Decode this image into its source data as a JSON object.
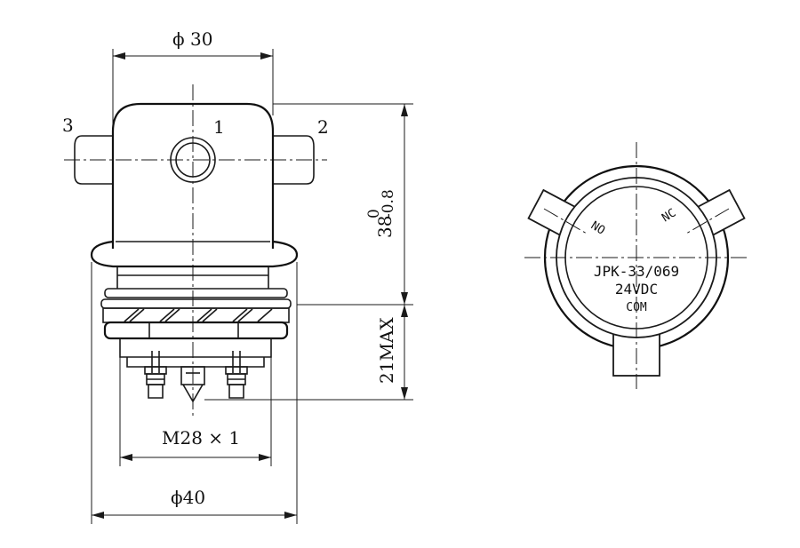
{
  "dimensions": {
    "top_diameter": "ϕ 30",
    "height_nominal": "38",
    "height_tol_upper": "0",
    "height_tol_lower": "-0.8",
    "height_max": "21MAX",
    "thread": "M28 × 1",
    "base_diameter": "ϕ40"
  },
  "terminals": {
    "t1": "1",
    "t2": "2",
    "t3": "3"
  },
  "top_view": {
    "label_no": "NO",
    "label_nc": "NC",
    "model": "JPK-33/069",
    "voltage": "24VDC",
    "common": "COM"
  }
}
